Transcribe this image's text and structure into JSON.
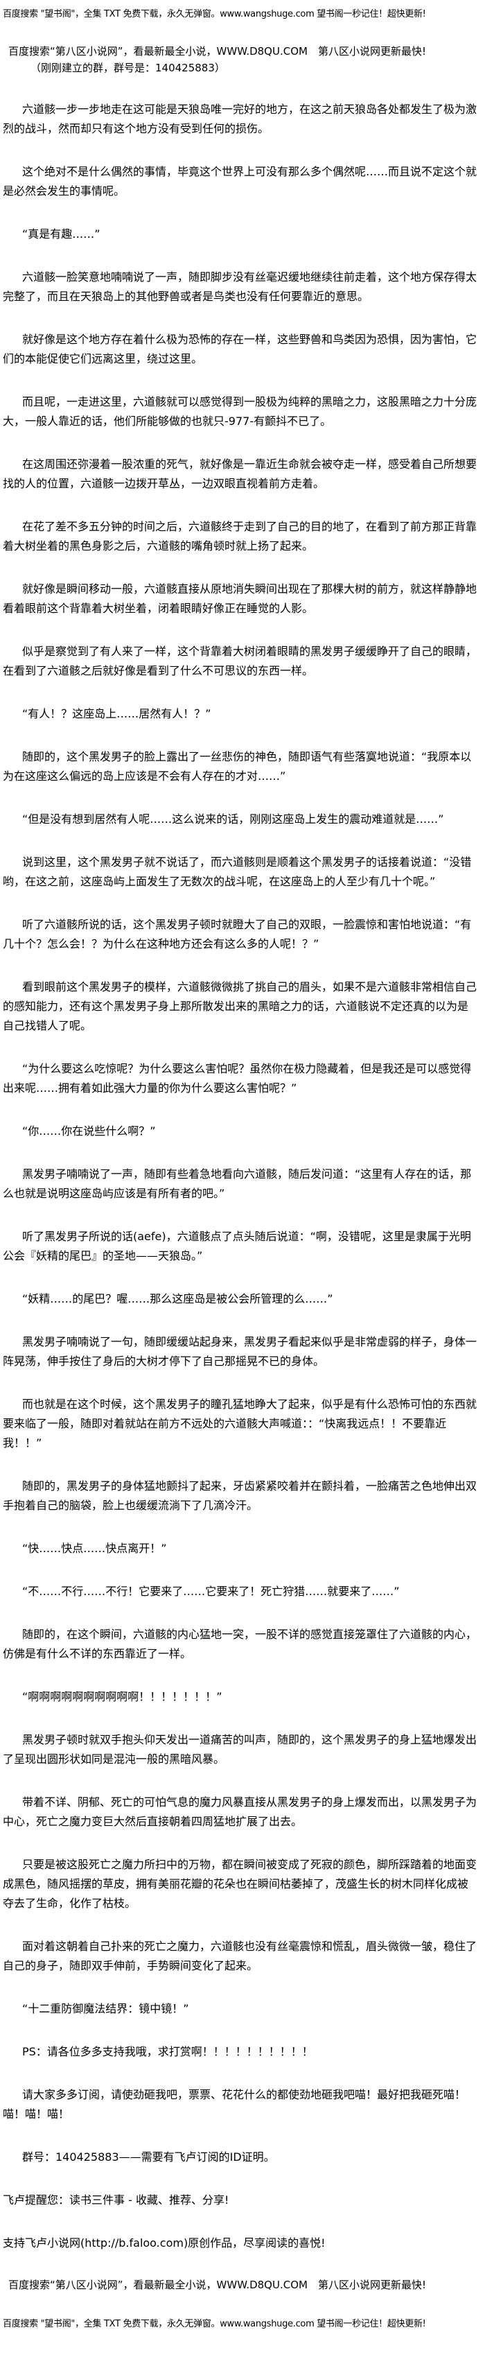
{
  "header": {
    "banner_top": "百度搜索 \"望书阁\"，全集 TXT 免费下载，永久无弹窗。www.wangshuge.com 望书阁一秒记住！超快更新!",
    "banner_site": "百度搜索“第八区小说网”，看最新最全小说，WWW.D8QU.COM　第八区小说网更新最快!",
    "group_note": "（刚刚建立的群，群号是：140425883）"
  },
  "paragraphs": [
    {
      "indent": true,
      "text": "六道骸一步一步地走在这可能是天狼岛唯一完好的地方，在这之前天狼岛各处都发生了极为激烈的战斗，然而却只有这个地方没有受到任何的损伤。"
    },
    {
      "indent": true,
      "text": "这个绝对不是什么偶然的事情，毕竟这个世界上可没有那么多个偶然呢……而且说不定这个就是必然会发生的事情呢。"
    },
    {
      "indent": true,
      "text": "“真是有趣……”"
    },
    {
      "indent": true,
      "text": "六道骸一脸笑意地喃喃说了一声，随即脚步没有丝毫迟缓地继续往前走着，这个地方保存得太完整了，而且在天狼岛上的其他野兽或者是鸟类也没有任何要靠近的意思。"
    },
    {
      "indent": true,
      "text": "就好像是这个地方存在着什么极为恐怖的存在一样，这些野兽和鸟类因为恐惧，因为害怕，它们的本能促使它们远离这里，绕过这里。"
    },
    {
      "indent": true,
      "text": "而且呢，一走进这里，六道骸就可以感觉得到一股极为纯粹的黑暗之力，这股黑暗之力十分庞大，一般人靠近的话，他们所能够做的也就只-977-有颤抖不已了。"
    },
    {
      "indent": true,
      "text": "在这周围还弥漫着一股浓重的死气，就好像是一靠近生命就会被夺走一样，感受着自己所想要找的人的位置，六道骸一边拨开草丛，一边双眼直视着前方走着。"
    },
    {
      "indent": true,
      "text": "在花了差不多五分钟的时间之后，六道骸终于走到了自己的目的地了，在看到了前方那正背靠着大树坐着的黑色身影之后，六道骸的嘴角顿时就上扬了起来。"
    },
    {
      "indent": true,
      "text": "就好像是瞬间移动一般，六道骸直接从原地消失瞬间出现在了那棵大树的前方，就这样静静地看着眼前这个背靠着大树坐着，闭着眼睛好像正在睡觉的人影。"
    },
    {
      "indent": true,
      "text": "似乎是察觉到了有人来了一样，这个背靠着大树闭着眼睛的黑发男子缓缓睁开了自己的眼睛，在看到了六道骸之后就好像是看到了什么不可思议的东西一样。"
    },
    {
      "indent": true,
      "text": "“有人！？这座岛上……居然有人！？”"
    },
    {
      "indent": true,
      "text": "随即的，这个黑发男子的脸上露出了一丝悲伤的神色，随即语气有些落寞地说道：“我原本以为在这座这么偏远的岛上应该是不会有人存在的才对……”"
    },
    {
      "indent": true,
      "text": "“但是没有想到居然有人呢……这么说来的话，刚刚这座岛上发生的震动难道就是……”"
    },
    {
      "indent": true,
      "text": "说到这里，这个黑发男子就不说话了，而六道骸则是顺着这个黑发男子的话接着说道：“没错哟，在这之前，这座岛屿上面发生了无数次的战斗呢，在这座岛上的人至少有几十个呢。”"
    },
    {
      "indent": true,
      "text": "听了六道骸所说的话，这个黑发男子顿时就瞪大了自己的双眼，一脸震惊和害怕地说道：“有几十个？怎么会！？为什么在这种地方还会有这么多的人呢！？”"
    },
    {
      "indent": true,
      "text": "看到眼前这个黑发男子的模样，六道骸微微挑了挑自己的眉头，如果不是六道骸非常相信自己的感知能力，还有这个黑发男子身上那所散发出来的黑暗之力的话，六道骸说不定还真的以为是自己找错人了呢。"
    },
    {
      "indent": true,
      "text": "“为什么要这么吃惊呢？为什么要这么害怕呢？虽然你在极力隐藏着，但是我还是可以感觉得出来呢……拥有着如此强大力量的你为什么要这么害怕呢？”"
    },
    {
      "indent": true,
      "text": "“你……你在说些什么啊？”"
    },
    {
      "indent": true,
      "text": "黑发男子喃喃说了一声，随即有些着急地看向六道骸，随后发问道：“这里有人存在的话，那么也就是说明这座岛屿应该是有所有者的吧。”"
    },
    {
      "indent": true,
      "text": "听了黑发男子所说的话(aefe)，六道骸点了点头随后说道：“啊，没错呢，这里是隶属于光明公会『妖精的尾巴』的圣地——天狼岛。”"
    },
    {
      "indent": true,
      "text": "“妖精……的尾巴？喔……那么这座岛是被公会所管理的么……”"
    },
    {
      "indent": true,
      "text": "黑发男子喃喃说了一句，随即缓缓站起身来，黑发男子看起来似乎是非常虚弱的样子，身体一阵晃荡，伸手按住了身后的大树才停下了自己那摇晃不已的身体。"
    },
    {
      "indent": true,
      "text": "而也就是在这个时候，这个黑发男子的瞳孔猛地睁大了起来，似乎是有什么恐怖可怕的东西就要来临了一般，随即对着就站在前方不远处的六道骸大声喊道：：“快离我远点！！不要靠近我！！”"
    },
    {
      "indent": true,
      "text": "随即的，黑发男子的身体猛地颤抖了起来，牙齿紧紧咬着并在颤抖着，一脸痛苦之色地伸出双手抱着自己的脑袋，脸上也缓缓流淌下了几滴冷汗。"
    },
    {
      "indent": true,
      "text": "“快……快点……快点离开！”"
    },
    {
      "indent": true,
      "text": "“不……不行……不行！它要来了……它要来了！死亡狩猎……就要来了……”"
    },
    {
      "indent": true,
      "text": "随即的，在这个瞬间，六道骸的内心猛地一突，一股不详的感觉直接笼罩住了六道骸的内心，仿佛是有什么不详的东西靠近了一样。"
    },
    {
      "indent": true,
      "text": "“啊啊啊啊啊啊啊啊啊啊！！！！！！！”"
    },
    {
      "indent": true,
      "text": "黑发男子顿时就双手抱头仰天发出一道痛苦的叫声，随即的，这个黑发男子的身上猛地爆发出了呈现出圆形状如同是混沌一般的黑暗风暴。"
    },
    {
      "indent": true,
      "text": "带着不详、阴郁、死亡的可怕气息的魔力风暴直接从黑发男子的身上爆发而出，以黑发男子为中心，死亡之魔力变巨大然后直接朝着四周猛地扩展了出去。"
    },
    {
      "indent": true,
      "text": "只要是被这股死亡之魔力所扫中的万物，都在瞬间被变成了死寂的颜色，脚所踩踏着的地面变成黑色，随风摇摆的草皮，拥有美丽花瓣的花朵也在瞬间枯萎掉了，茂盛生长的树木同样化成被夺去了生命，化作了枯枝。"
    },
    {
      "indent": true,
      "text": "面对着这朝着自己扑来的死亡之魔力，六道骸也没有丝毫震惊和慌乱，眉头微微一皱，稳住了自己的身子，随即双手伸前，手势瞬间变化了起来。"
    },
    {
      "indent": true,
      "text": "“十二重防御魔法结界：镜中镜！”"
    },
    {
      "indent": true,
      "text": "PS：请各位多多支持我哦，求打赏啊！！！！！！！！！！"
    },
    {
      "indent": true,
      "text": "请大家多多订阅，请使劲砸我吧，票票、花花什么的都使劲地砸我吧喵！最好把我砸死喵！喵！喵！喵！"
    },
    {
      "indent": true,
      "text": "群号：140425883——需要有飞卢订阅的ID证明。"
    },
    {
      "indent": false,
      "text": "飞卢提醒您：读书三件事 - 收藏、推荐、分享!"
    },
    {
      "indent": false,
      "text": "支持飞卢小说网(http://b.faloo.com)原创作品，尽享阅读的喜悦!"
    }
  ],
  "footer": {
    "banner_site": "百度搜索“第八区小说网”，看最新最全小说，WWW.D8QU.COM　第八区小说网更新最快!",
    "banner_bottom": "百度搜索 \"望书阁\"，全集 TXT 免费下载，永久无弹窗。www.wangshuge.com 望书阁一秒记住！超快更新!"
  }
}
